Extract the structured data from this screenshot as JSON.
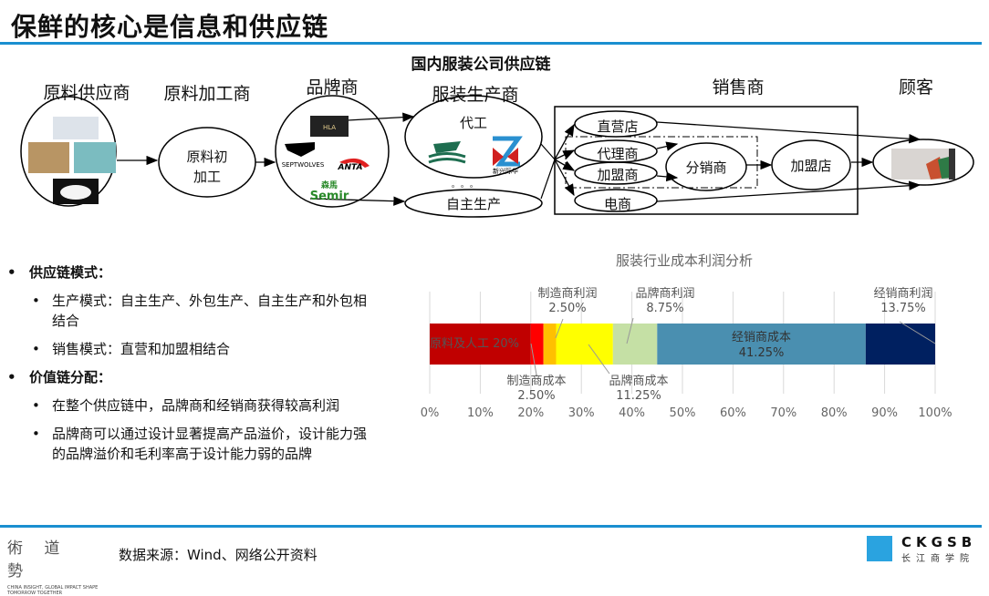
{
  "title": "保鲜的核心是信息和供应链",
  "diagram": {
    "title": "国内服装公司供应链",
    "headers": [
      "原料供应商",
      "原料加工商",
      "品牌商",
      "服装生产商",
      "销售商",
      "顾客"
    ],
    "nodes": {
      "processing": [
        "原料初",
        "加工"
      ],
      "oem": "代工",
      "self_production": "自主生产",
      "direct_store": "直营店",
      "agent": "代理商",
      "franchisee": "加盟商",
      "ecommerce": "电商",
      "distributor": "分销商",
      "franchise_store": "加盟店"
    },
    "brands": [
      "HLA",
      "SEPTWOLVES",
      "ANTA",
      "森馬",
      "Semir"
    ],
    "oem_logos": [
      "新兴际华"
    ],
    "ellipsis": "。。。"
  },
  "bullets": [
    {
      "level": 1,
      "text": "供应链模式："
    },
    {
      "level": 2,
      "text": "生产模式：自主生产、外包生产、自主生产和外包相结合"
    },
    {
      "level": 2,
      "text": "销售模式：直营和加盟相结合"
    },
    {
      "level": 1,
      "text": "价值链分配："
    },
    {
      "level": 2,
      "text": "在整个供应链中，品牌商和经销商获得较高利润"
    },
    {
      "level": 2,
      "text": "品牌商可以通过设计显著提高产品溢价，设计能力强的品牌溢价和毛利率高于设计能力弱的品牌"
    }
  ],
  "chart_data": {
    "type": "bar",
    "stacked": true,
    "orientation": "horizontal",
    "title": "服装行业成本利润分析",
    "series": [
      {
        "name": "原料及人工",
        "value": 20,
        "label": "原料及人工 20%",
        "color": "#C00000"
      },
      {
        "name": "制造商成本",
        "value": 2.5,
        "label": "2.50%",
        "color": "#FF0000"
      },
      {
        "name": "制造商利润",
        "value": 2.5,
        "label": "2.50%",
        "color": "#FFC000"
      },
      {
        "name": "品牌商成本",
        "value": 11.25,
        "label": "11.25%",
        "color": "#FFFF00"
      },
      {
        "name": "品牌商利润",
        "value": 8.75,
        "label": "8.75%",
        "color": "#C5E0A5"
      },
      {
        "name": "经销商成本",
        "value": 41.25,
        "label": "41.25%",
        "color": "#4A8FB0"
      },
      {
        "name": "经销商利润",
        "value": 13.75,
        "label": "13.75%",
        "color": "#002060"
      }
    ],
    "xticks": [
      "0%",
      "10%",
      "20%",
      "30%",
      "40%",
      "50%",
      "60%",
      "70%",
      "80%",
      "90%",
      "100%"
    ],
    "xlim": [
      0,
      100
    ],
    "grid": true
  },
  "footer": {
    "source": "数据来源：Wind、网络公开资料",
    "left_logo": "術 道 勢",
    "left_tagline": "CHINA INSIGHT, GLOBAL IMPACT SHAPE TOMORROW TOGETHER",
    "right_logo": "CKGSB",
    "right_logo_cn": "长江商学院"
  },
  "colors": {
    "accent": "#1a8fd0"
  }
}
